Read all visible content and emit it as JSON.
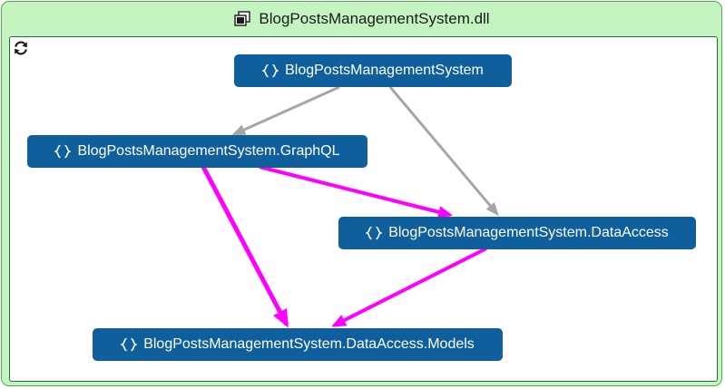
{
  "container": {
    "title": "BlogPostsManagementSystem.dll",
    "title_icon": "dll-assembly-icon",
    "refresh_icon": "refresh-icon"
  },
  "nodes": [
    {
      "id": "root",
      "label": "BlogPostsManagementSystem",
      "icon": "namespace-icon"
    },
    {
      "id": "graphql",
      "label": "BlogPostsManagementSystem.GraphQL",
      "icon": "namespace-icon"
    },
    {
      "id": "dataaccess",
      "label": "BlogPostsManagementSystem.DataAccess",
      "icon": "namespace-icon"
    },
    {
      "id": "models",
      "label": "BlogPostsManagementSystem.DataAccess.Models",
      "icon": "namespace-icon"
    }
  ],
  "edges": [
    {
      "from": "root",
      "to": "graphql",
      "kind": "default"
    },
    {
      "from": "root",
      "to": "dataaccess",
      "kind": "default"
    },
    {
      "from": "graphql",
      "to": "dataaccess",
      "kind": "highlighted"
    },
    {
      "from": "graphql",
      "to": "models",
      "kind": "highlighted"
    },
    {
      "from": "dataaccess",
      "to": "models",
      "kind": "highlighted"
    }
  ],
  "colors": {
    "container_fill": "#c4f5c0",
    "node_fill": "#0f5f9c",
    "node_text": "#ffffff",
    "edge_default": "#a6a6a6",
    "edge_highlighted": "#ff00ff"
  }
}
